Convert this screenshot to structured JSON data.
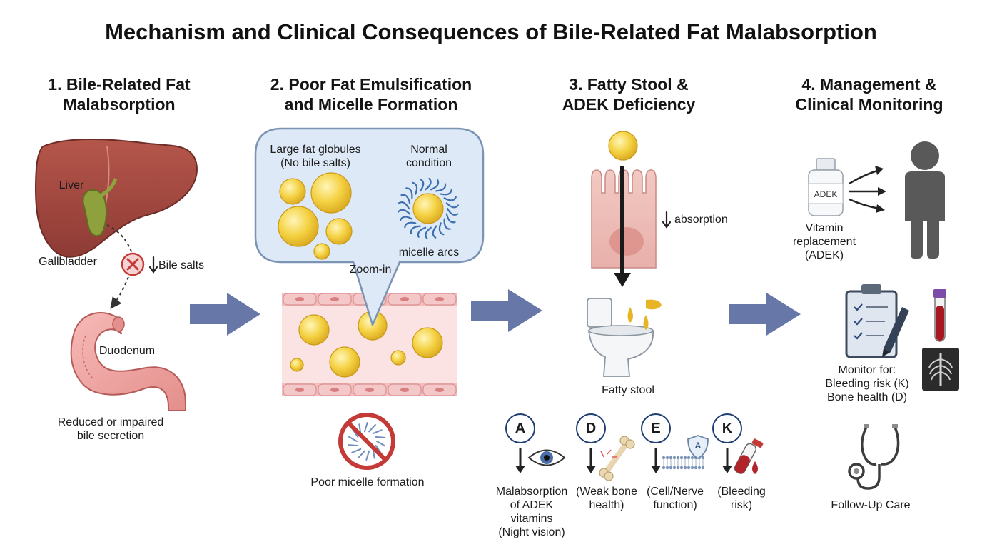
{
  "title": "Mechanism and Clinical Consequences of Bile-Related Fat Malabsorption",
  "sections": [
    {
      "title_line1": "1. Bile-Related Fat",
      "title_line2": "Malabsorption"
    },
    {
      "title_line1": "2. Poor Fat Emulsification",
      "title_line2": "and Micelle Formation"
    },
    {
      "title_line1": "3. Fatty Stool &",
      "title_line2": "ADEK Deficiency"
    },
    {
      "title_line1": "4. Management &",
      "title_line2": "Clinical Monitoring"
    }
  ],
  "panel1": {
    "liver": "Liver",
    "gallbladder": "Gallbladder",
    "bile_salts": "Bile salts",
    "duodenum": "Duodenum",
    "caption_line1": "Reduced or impaired",
    "caption_line2": "bile secretion"
  },
  "panel2": {
    "large_line1": "Large fat globules",
    "large_line2": "(No bile salts)",
    "normal_line1": "Normal",
    "normal_line2": "condition",
    "micelle_arcs": "micelle arcs",
    "zoom": "Zoom-in",
    "poor_micelle": "Poor micelle formation"
  },
  "panel3": {
    "absorption": "absorption",
    "fatty_stool": "Fatty stool",
    "vitamins": [
      {
        "letter": "A",
        "line1": "Malabsorption",
        "line2": "of ADEK",
        "line3": "vitamins",
        "line4": "(Night vision)"
      },
      {
        "letter": "D",
        "line1": "(Weak bone",
        "line2": "health)"
      },
      {
        "letter": "E",
        "line1": "(Cell/Nerve",
        "line2": "function)"
      },
      {
        "letter": "K",
        "line1": "(Bleeding",
        "line2": "risk)"
      }
    ],
    "shield_letter": "A"
  },
  "panel4": {
    "bottle_label": "ADEK",
    "vitamin_line1": "Vitamin",
    "vitamin_line2": "replacement",
    "vitamin_line3": "(ADEK)",
    "monitor_line1": "Monitor for:",
    "monitor_line2": "Bleeding risk (K)",
    "monitor_line3": "Bone health (D)",
    "follow_up": "Follow-Up Care"
  },
  "colors": {
    "flow_arrow": "#6677a8",
    "liver": "#a2483f",
    "gallbladder": "#8a9a3a",
    "fat": "#f2cf3e",
    "bubble_fill": "#dde9f6",
    "bubble_stroke": "#7b94b3",
    "tissue": "#f7d8d8",
    "inhibit_red": "#c43a36",
    "person": "#595959"
  }
}
